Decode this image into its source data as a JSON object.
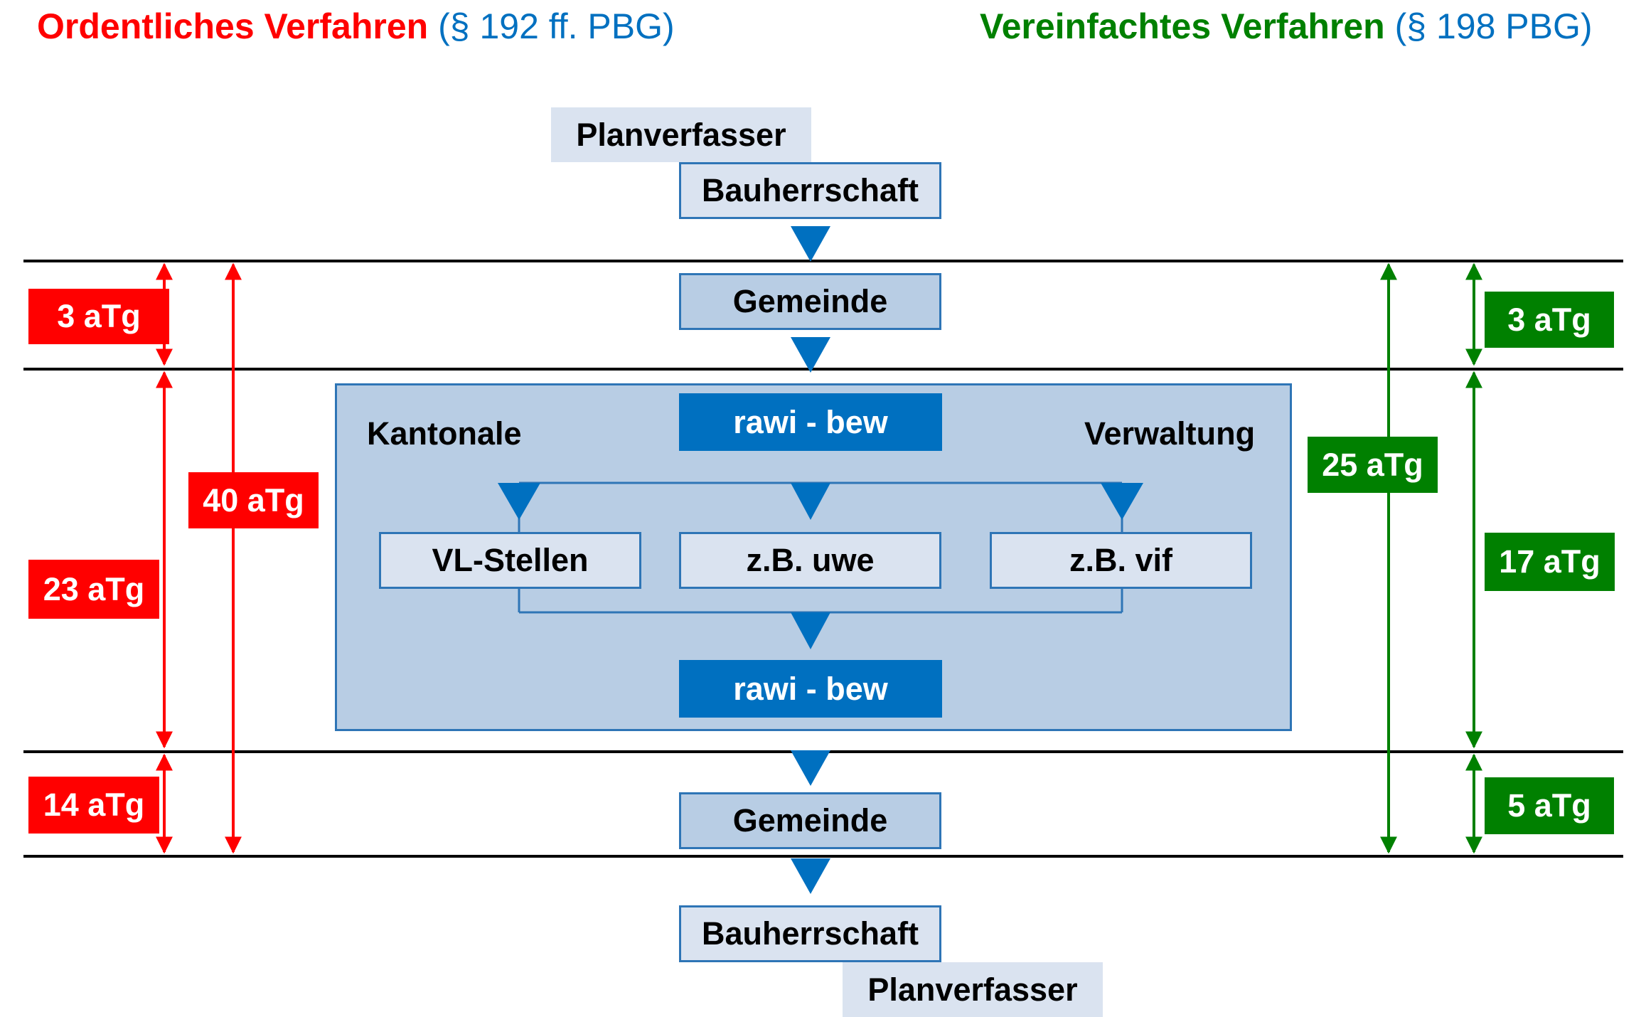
{
  "headers": {
    "ordinary": {
      "name": "Ordentliches Verfahren",
      "ref": "(§ 192 ff. PBG)",
      "name_color": "#ff0000",
      "ref_color": "#0070c0"
    },
    "simplified": {
      "name": "Vereinfachtes Verfahren",
      "ref": "(§ 198 PBG)",
      "name_color": "#008000",
      "ref_color": "#0070c0"
    }
  },
  "flow": {
    "planverfasser_top": "Planverfasser",
    "bauherrschaft_top": "Bauherrschaft",
    "gemeinde_top": "Gemeinde",
    "canton": {
      "label_left": "Kantonale",
      "label_right": "Verwaltung",
      "rawi_top": "rawi - bew",
      "offices": [
        "VL-Stellen",
        "z.B. uwe",
        "z.B. vif"
      ],
      "rawi_bottom": "rawi - bew"
    },
    "gemeinde_bottom": "Gemeinde",
    "bauherrschaft_bottom": "Bauherrschaft",
    "planverfasser_bottom": "Planverfasser"
  },
  "durations": {
    "ordinary": {
      "phase1": "3 aTg",
      "phase2": "23 aTg",
      "phase3": "14 aTg",
      "total": "40 aTg"
    },
    "simplified": {
      "phase1": "3 aTg",
      "phase2": "17 aTg",
      "phase3": "5 aTg",
      "total": "25 aTg"
    }
  },
  "colors": {
    "ordinary": "#ff0000",
    "simplified": "#008000",
    "box_border": "#2e75b6",
    "box_pale": "#dae3f0",
    "box_mid": "#b8cde4",
    "box_dark": "#0070c0",
    "arrow_blue": "#0070c0"
  }
}
